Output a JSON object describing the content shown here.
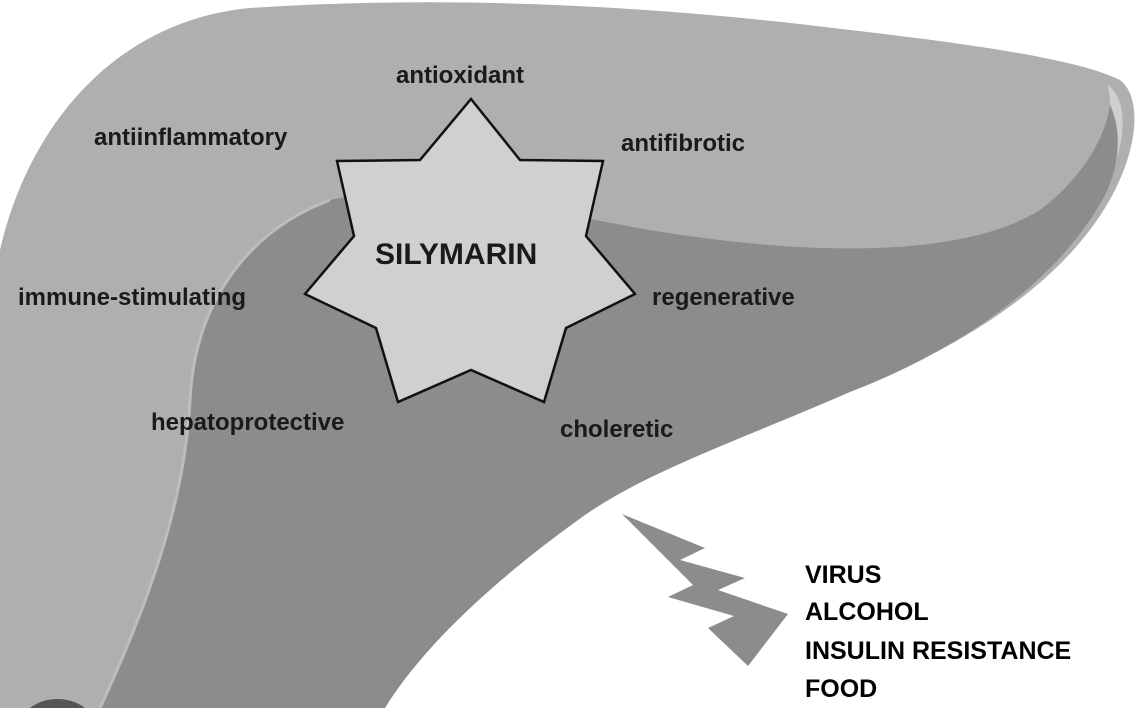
{
  "center_label": "SILYMARIN",
  "properties": {
    "antioxidant": "antioxidant",
    "antiinflammatory": "antiinflammatory",
    "antifibrotic": "antifibrotic",
    "immune_stimulating": "immune-stimulating",
    "regenerative": "regenerative",
    "hepatoprotective": "hepatoprotective",
    "choleretic": "choleretic"
  },
  "threats": [
    "VIRUS",
    "ALCOHOL",
    "INSULIN RESISTANCE",
    "FOOD"
  ],
  "colors": {
    "liver_light": "#afafaf",
    "liver_dark": "#8c8c8c",
    "liver_rim": "#d6d6d6",
    "star_fill": "#d0d0d0",
    "star_stroke": "#111111",
    "bolt": "#8c8c8c",
    "text": "#1a1a1a"
  }
}
